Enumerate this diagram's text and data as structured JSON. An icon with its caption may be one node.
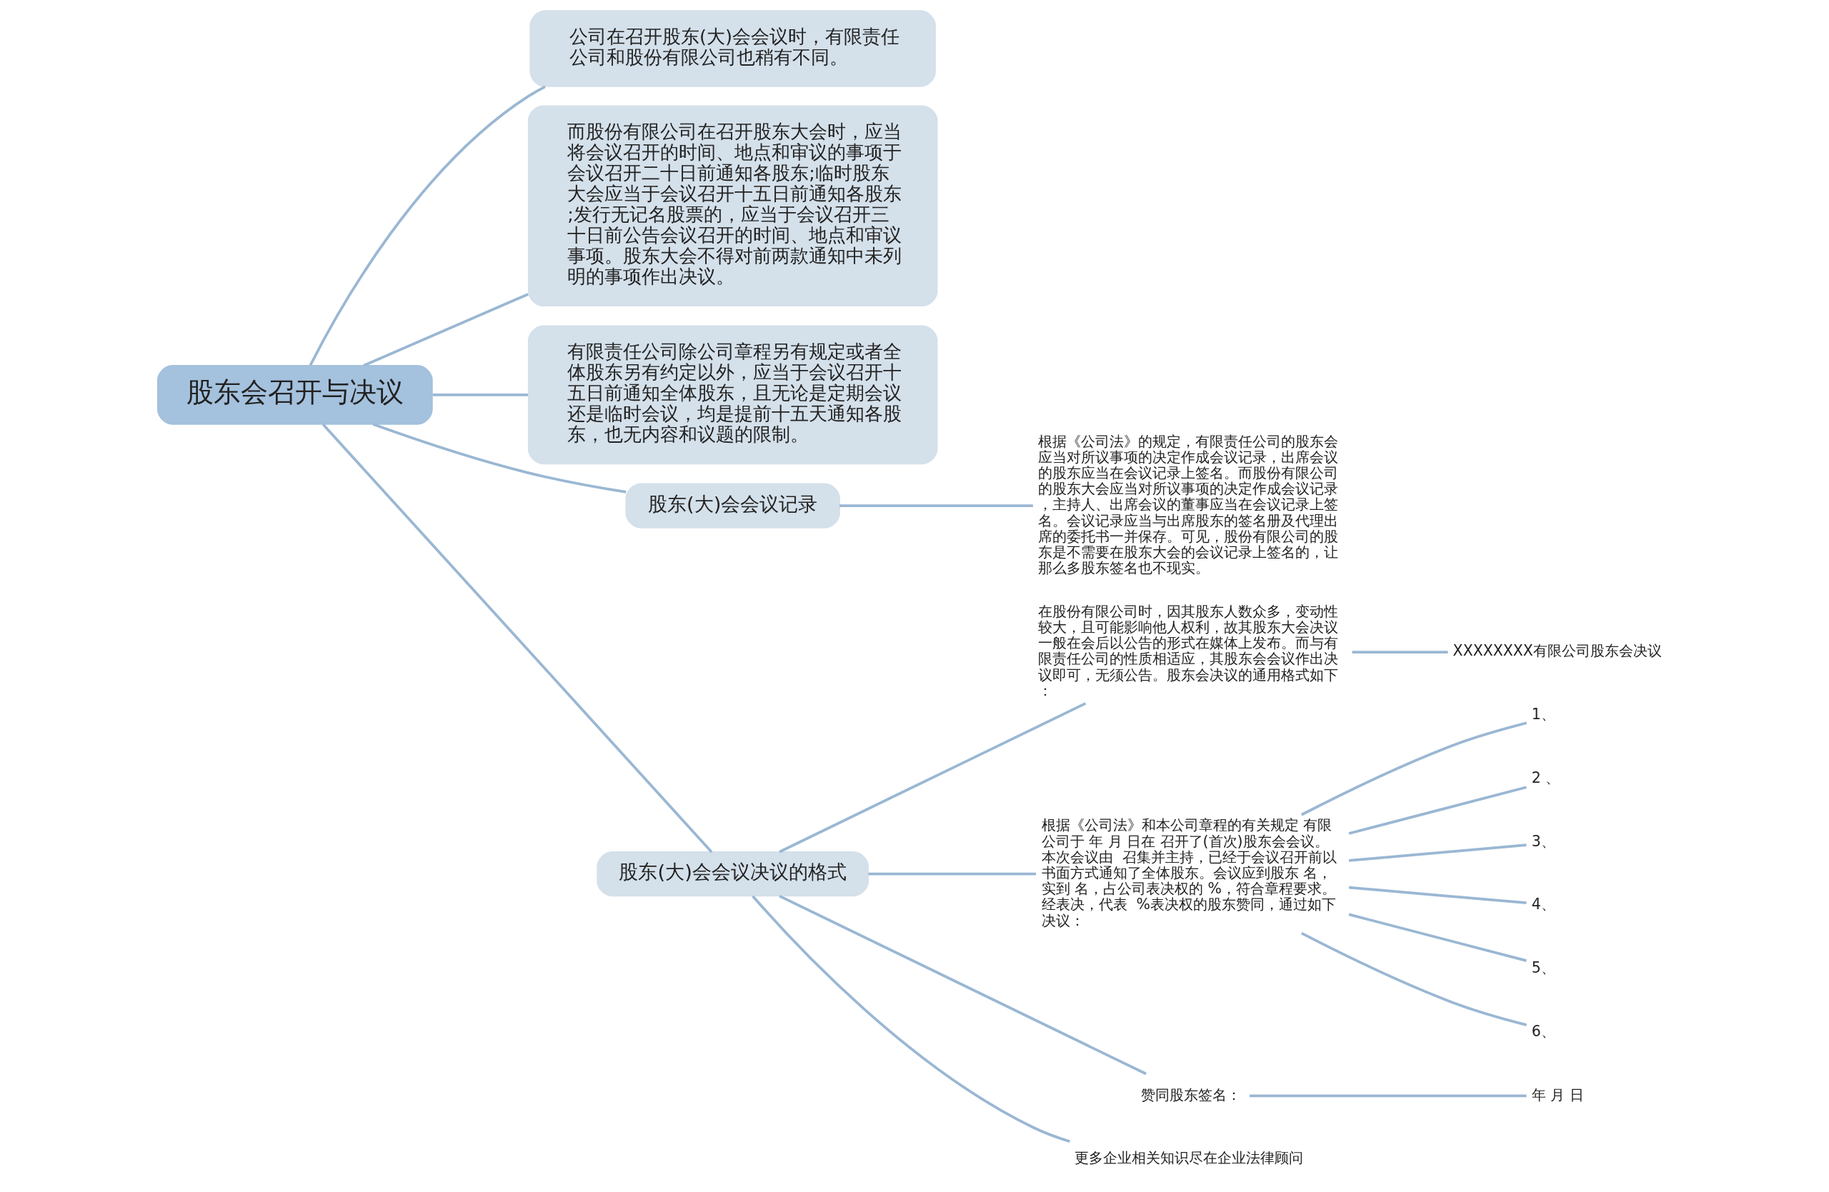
{
  "diagram": {
    "nodes": [
      {
        "text": [
          "股东会召开与决议"
        ]
      },
      {
        "text": [
          "公司在召开股东(大)会会议时，有限责任公司和股份有限公司也稍有不同。"
        ]
      },
      {
        "text": [
          "而股份有限公司在召开股东大会时，应当将会议召开的时间、地点和审议的事项于会议召开二十日前通知各股东;临时股东大会应当于会议召开十五日前通知各股东;发行无记名股票的，应当于会议召开三十日前公告会议召开的时间、地点和审议事项。股东大会不得对前两款通知中未列明的事项作出决议。"
        ]
      },
      {
        "text": [
          "有限责任公司除公司章程另有规定或者全体股东另有约定以外，应当于会议召开十五日前通知全体股东，且无论是定期会议还是临时会议，均是提前十五天通知各股东，也无内容和议题的限制。"
        ]
      },
      {
        "text": [
          "股东(大)会会议记录"
        ]
      },
      {
        "text": [
          "根据《公司法》的规定，有限责任公司的股东会应当对所议事项的决定作成会议记录，出席会议的股东应当在会议记录上签名。而股份有限公司的股东大会应当对所议事项的决定作成会议记录，主持人、出席会议的董事应当在会议记录上签名。会议记录应当与出席股东的签名册及代理出席的委托书一并保存。可见，股份有限公司的股东是不需要在股东大会的会议记录上签名的，让那么多股东签名也不现实。"
        ]
      },
      {
        "text": [
          "股东(大)会会议决议的格式"
        ]
      },
      {
        "text": [
          "在股份有限公司时，因其股东人数众多，变动性较大，且可能影响他人权利，故其股东大会决议一般在会后以公告的形式在媒体上发布。而与有限责任公司的性质相适应，其股东会会议作出决议即可，无须公告。股东会决议的通用格式如下："
        ]
      },
      {
        "text": [
          "XXXXXXXX有限公司股东会决议"
        ]
      },
      {
        "text": [
          "根据《公司法》和本公司章程的有关规定 有限公司于 年 月 日在 召开了(首次)股东会会议。本次会议由  召集并主持，已经于会议召开前以书面方式通知了全体股东。会议应到股东 名，实到 名，占公司表决权的 %，符合章程要求。经表决，代表  %表决权的股东赞同，通过如下决议："
        ]
      },
      {
        "text": [
          "1、"
        ]
      },
      {
        "text": [
          "2 、"
        ]
      },
      {
        "text": [
          "3、"
        ]
      },
      {
        "text": [
          "4、"
        ]
      },
      {
        "text": [
          "5、"
        ]
      },
      {
        "text": [
          "6、"
        ]
      },
      {
        "text": [
          "赞同股东签名："
        ]
      },
      {
        "text": [
          "年 月 日"
        ]
      },
      {
        "text": [
          "更多企业相关知识尽在企业法律顾问"
        ]
      }
    ],
    "edges": [
      {
        "from": 0,
        "to": 1,
        "arrow": "none"
      },
      {
        "from": 0,
        "to": 2,
        "arrow": "none"
      },
      {
        "from": 0,
        "to": 3,
        "arrow": "none"
      },
      {
        "from": 0,
        "to": 4,
        "arrow": "none"
      },
      {
        "from": 4,
        "to": 5,
        "arrow": "none"
      },
      {
        "from": 0,
        "to": 6,
        "arrow": "none"
      },
      {
        "from": 6,
        "to": 7,
        "arrow": "none"
      },
      {
        "from": 7,
        "to": 8,
        "arrow": "none"
      },
      {
        "from": 6,
        "to": 9,
        "arrow": "none"
      },
      {
        "from": 9,
        "to": 10,
        "arrow": "none"
      },
      {
        "from": 9,
        "to": 11,
        "arrow": "none"
      },
      {
        "from": 9,
        "to": 12,
        "arrow": "none"
      },
      {
        "from": 9,
        "to": 13,
        "arrow": "none"
      },
      {
        "from": 9,
        "to": 14,
        "arrow": "none"
      },
      {
        "from": 9,
        "to": 15,
        "arrow": "none"
      },
      {
        "from": 6,
        "to": 16,
        "arrow": "none"
      },
      {
        "from": 16,
        "to": 17,
        "arrow": "none"
      },
      {
        "from": 6,
        "to": 18,
        "arrow": "none"
      }
    ]
  }
}
